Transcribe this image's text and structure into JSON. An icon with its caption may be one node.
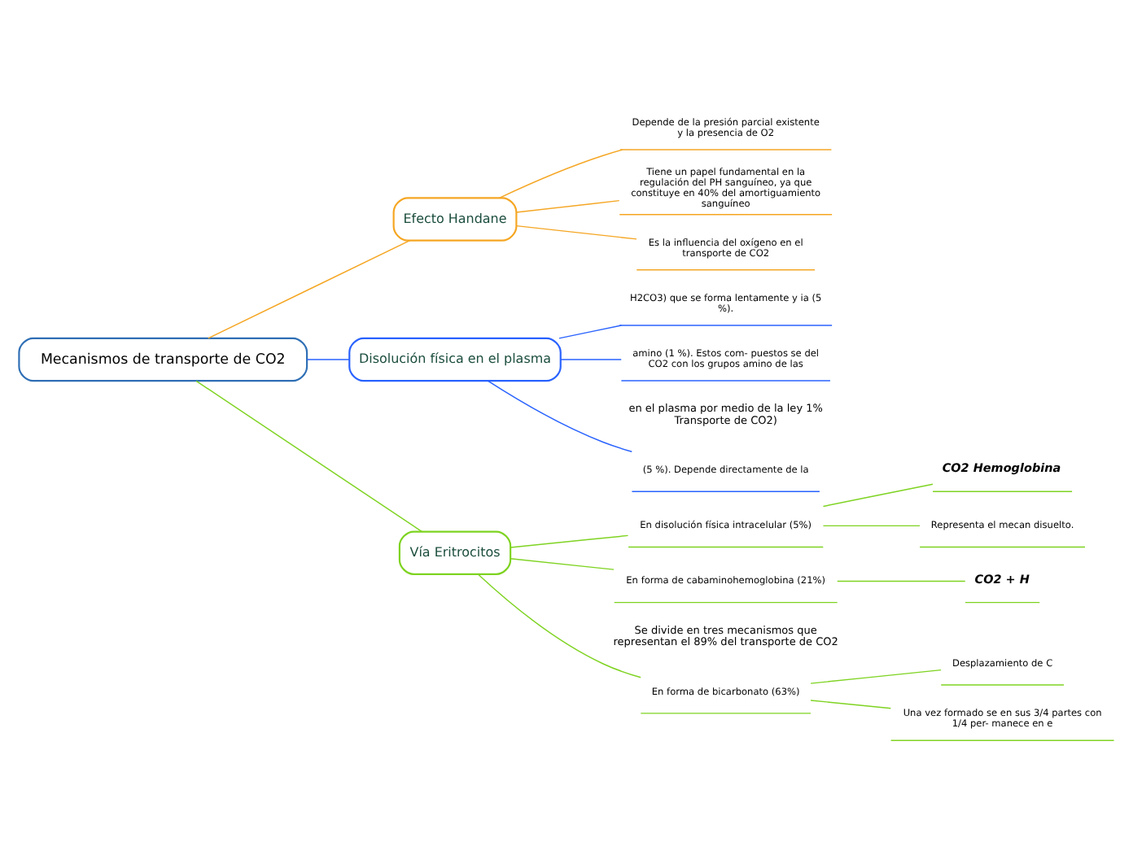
{
  "diagram": {
    "nodes": [
      {
        "text": [
          "Mecanismos de transporte de CO2"
        ]
      },
      {
        "text": [
          "Efecto Handane"
        ]
      },
      {
        "text": [
          "Es la influencia del oxígeno en el transporte de CO2"
        ]
      },
      {
        "text": [
          "Depende de la presión parcial existente y la presencia de O2"
        ]
      },
      {
        "text": [
          "Tiene un papel fundamental en la regulación del PH sanguíneo, ya que constituye en 40% del amortiguamiento sanguíneo"
        ]
      },
      {
        "text": [
          "Disolución física en el plasma"
        ]
      },
      {
        "text": [
          "(5 %). Depende directamente de la"
        ]
      },
      {
        "text": [
          "amino (1 %). Estos com- puestos se del CO2 con los grupos amino de las"
        ]
      },
      {
        "text": [
          "H2CO3) que se forma lentamente y ia (5 %)."
        ]
      },
      {
        "text": [
          "Vía Eritrocitos"
        ]
      },
      {
        "text": [
          "En forma de bicarbonato (63%)"
        ]
      },
      {
        "text": [
          "Desplazamiento de C"
        ]
      },
      {
        "text": [
          "Una vez formado se en sus 3/4 partes con 1/4 per- manece en e"
        ]
      },
      {
        "text": [
          "En forma de cabaminohemoglobina (21%)"
        ]
      },
      {
        "text": [
          "CO2 + H"
        ]
      },
      {
        "text": [
          "En disolución física intracelular (5%)"
        ]
      },
      {
        "text": [
          "Representa el mecan disuelto."
        ]
      },
      {
        "text": [
          "CO2 Hemoglobina"
        ]
      }
    ],
    "edges": [
      {
        "from": 0,
        "to": 1,
        "arrow": "none",
        "color": "#f5a623"
      },
      {
        "from": 1,
        "to": 2,
        "arrow": "none",
        "color": "#f5a623"
      },
      {
        "from": 1,
        "to": 3,
        "arrow": "none",
        "color": "#f5a623"
      },
      {
        "from": 1,
        "to": 4,
        "arrow": "none",
        "color": "#f5a623"
      },
      {
        "from": 0,
        "to": 5,
        "arrow": "none",
        "color": "#2962ff"
      },
      {
        "from": 5,
        "to": 6,
        "arrow": "none",
        "color": "#2962ff"
      },
      {
        "from": 5,
        "to": 7,
        "arrow": "none",
        "color": "#2962ff"
      },
      {
        "from": 5,
        "to": 8,
        "arrow": "none",
        "color": "#2962ff"
      },
      {
        "from": 0,
        "to": 9,
        "arrow": "none",
        "color": "#7ed321"
      },
      {
        "from": 9,
        "to": 10,
        "arrow": "none",
        "color": "#7ed321"
      },
      {
        "from": 10,
        "to": 11,
        "arrow": "none",
        "color": "#7ed321"
      },
      {
        "from": 10,
        "to": 12,
        "arrow": "none",
        "color": "#7ed321"
      },
      {
        "from": 9,
        "to": 13,
        "arrow": "none",
        "color": "#7ed321"
      },
      {
        "from": 13,
        "to": 14,
        "arrow": "none",
        "color": "#7ed321"
      },
      {
        "from": 9,
        "to": 15,
        "arrow": "none",
        "color": "#7ed321"
      },
      {
        "from": 15,
        "to": 16,
        "arrow": "none",
        "color": "#7ed321"
      },
      {
        "from": 15,
        "to": 17,
        "arrow": "none",
        "color": "#7ed321"
      }
    ],
    "labels": [
      "en el plasma por medio de la ley 1% Transporte de CO2)",
      "Se divide en tres mecanismos que representan el 89% del transporte de CO2"
    ]
  }
}
